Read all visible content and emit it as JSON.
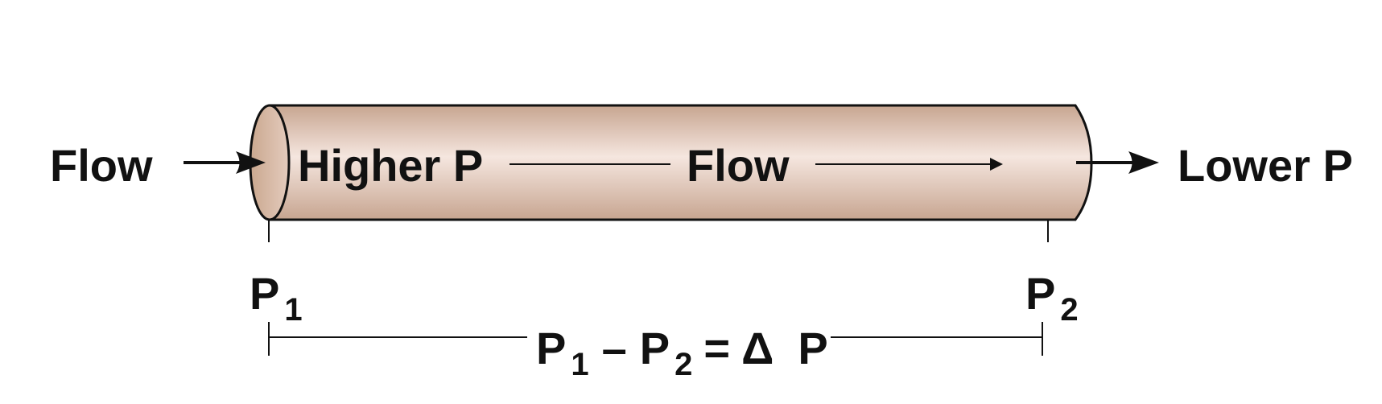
{
  "labels": {
    "flow_in": "Flow",
    "higher_p": "Higher P",
    "flow_mid": "Flow",
    "lower_p": "Lower P"
  },
  "points": {
    "p1_base": "P",
    "p1_sub": "1",
    "p2_base": "P",
    "p2_sub": "2"
  },
  "equation": {
    "p1_base": "P",
    "p1_sub": "1",
    "minus": "–",
    "p2_base": "P",
    "p2_sub": "2",
    "equals": "=",
    "delta": "Δ",
    "p_base": "P"
  },
  "colors": {
    "tube_light": "#f5e6df",
    "tube_dark": "#c7a590",
    "tube_end": "#caa88f",
    "stroke": "#111111"
  }
}
